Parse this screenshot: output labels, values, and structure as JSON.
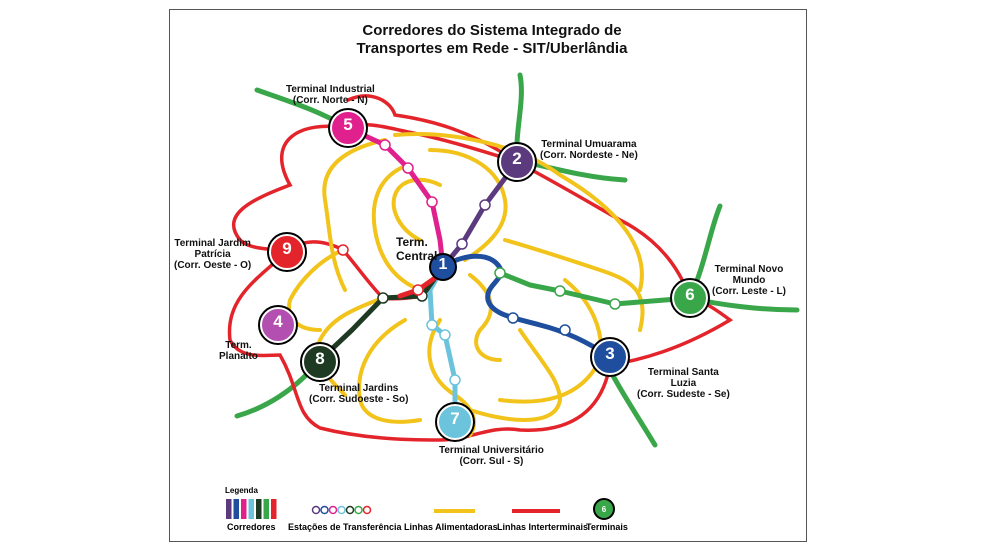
{
  "title": {
    "line1": "Corredores do Sistema Integrado de",
    "line2": "Transportes em Rede - SIT/Uberlândia"
  },
  "central_label": {
    "line1": "Term.",
    "line2": "Central"
  },
  "terminals": [
    {
      "number": "1",
      "color": "#1f4e9e",
      "lines": []
    },
    {
      "number": "2",
      "color": "#5b3a7e",
      "lines": [
        "Terminal Umuarama",
        "(Corr. Nordeste - Ne)"
      ]
    },
    {
      "number": "3",
      "color": "#1f4e9e",
      "lines": [
        "Terminal Santa",
        "Luzia",
        "(Corr. Sudeste - Se)"
      ]
    },
    {
      "number": "4",
      "color": "#b24fb0",
      "lines": [
        "Term.",
        "Planalto"
      ]
    },
    {
      "number": "5",
      "color": "#e0208c",
      "lines": [
        "Terminal Industrial",
        "(Corr. Norte - N)"
      ]
    },
    {
      "number": "6",
      "color": "#3aa64a",
      "lines": [
        "Terminal Novo",
        "Mundo",
        "(Corr. Leste - L)"
      ]
    },
    {
      "number": "7",
      "color": "#6cc4dc",
      "lines": [
        "Terminal Universitário",
        "(Corr. Sul - S)"
      ]
    },
    {
      "number": "8",
      "color": "#1e3a22",
      "lines": [
        "Terminal Jardins",
        "(Corr. Sudoeste - So)"
      ]
    },
    {
      "number": "9",
      "color": "#e3242b",
      "lines": [
        "Terminal Jardim",
        "Patrícia",
        "(Corr. Oeste - O)"
      ]
    }
  ],
  "legend": {
    "title": "Legenda",
    "corredores": "Corredores",
    "estacoes": "Estações de Transferência",
    "alimentadoras": "Linhas Alimentadoras",
    "interterminais": "Linhas Interterminais",
    "terminais": "Terminais",
    "terminal_example": "6",
    "corridor_colors": [
      "#5b3a7e",
      "#1f4e9e",
      "#e0208c",
      "#6cc4dc",
      "#1e3a22",
      "#3aa64a",
      "#e3242b"
    ],
    "station_colors": [
      "#5b3a7e",
      "#1f4e9e",
      "#e0208c",
      "#6cc4dc",
      "#1e3a22",
      "#3aa64a",
      "#e3242b"
    ]
  },
  "colors": {
    "feeder": "#f2c31b",
    "interterminal": "#e3242b",
    "green_line": "#3aa64a"
  }
}
